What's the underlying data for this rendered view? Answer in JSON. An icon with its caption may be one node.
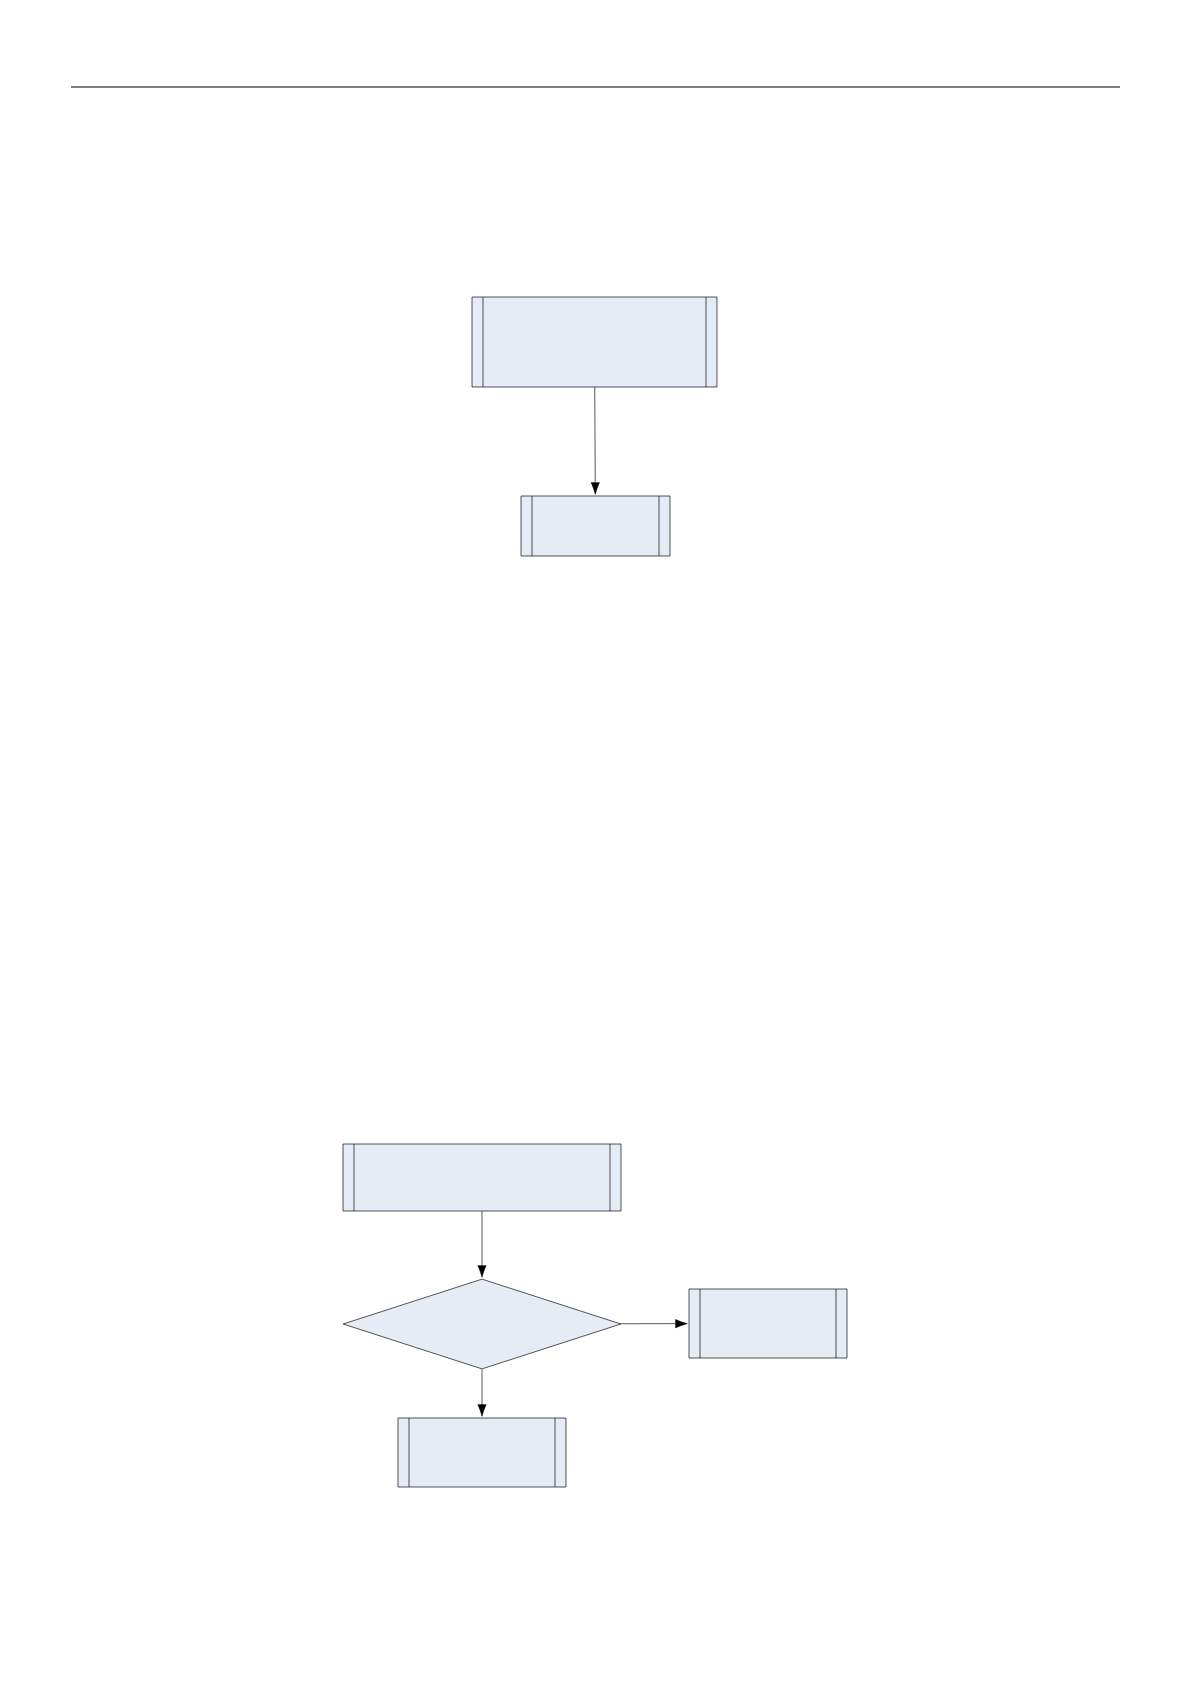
{
  "diagram": {
    "nodes": [
      {
        "text": [],
        "shape": "box"
      },
      {
        "text": [],
        "shape": "box"
      },
      {
        "text": [],
        "shape": "box"
      },
      {
        "text": [],
        "shape": "diamond"
      },
      {
        "text": [],
        "shape": "box"
      },
      {
        "text": [],
        "shape": "box"
      }
    ],
    "edges": [
      {
        "from": 0,
        "to": 1,
        "arrow": "to"
      },
      {
        "from": 2,
        "to": 3,
        "arrow": "to"
      },
      {
        "from": 3,
        "to": 4,
        "arrow": "to"
      },
      {
        "from": 3,
        "to": 5,
        "arrow": "to"
      }
    ]
  }
}
